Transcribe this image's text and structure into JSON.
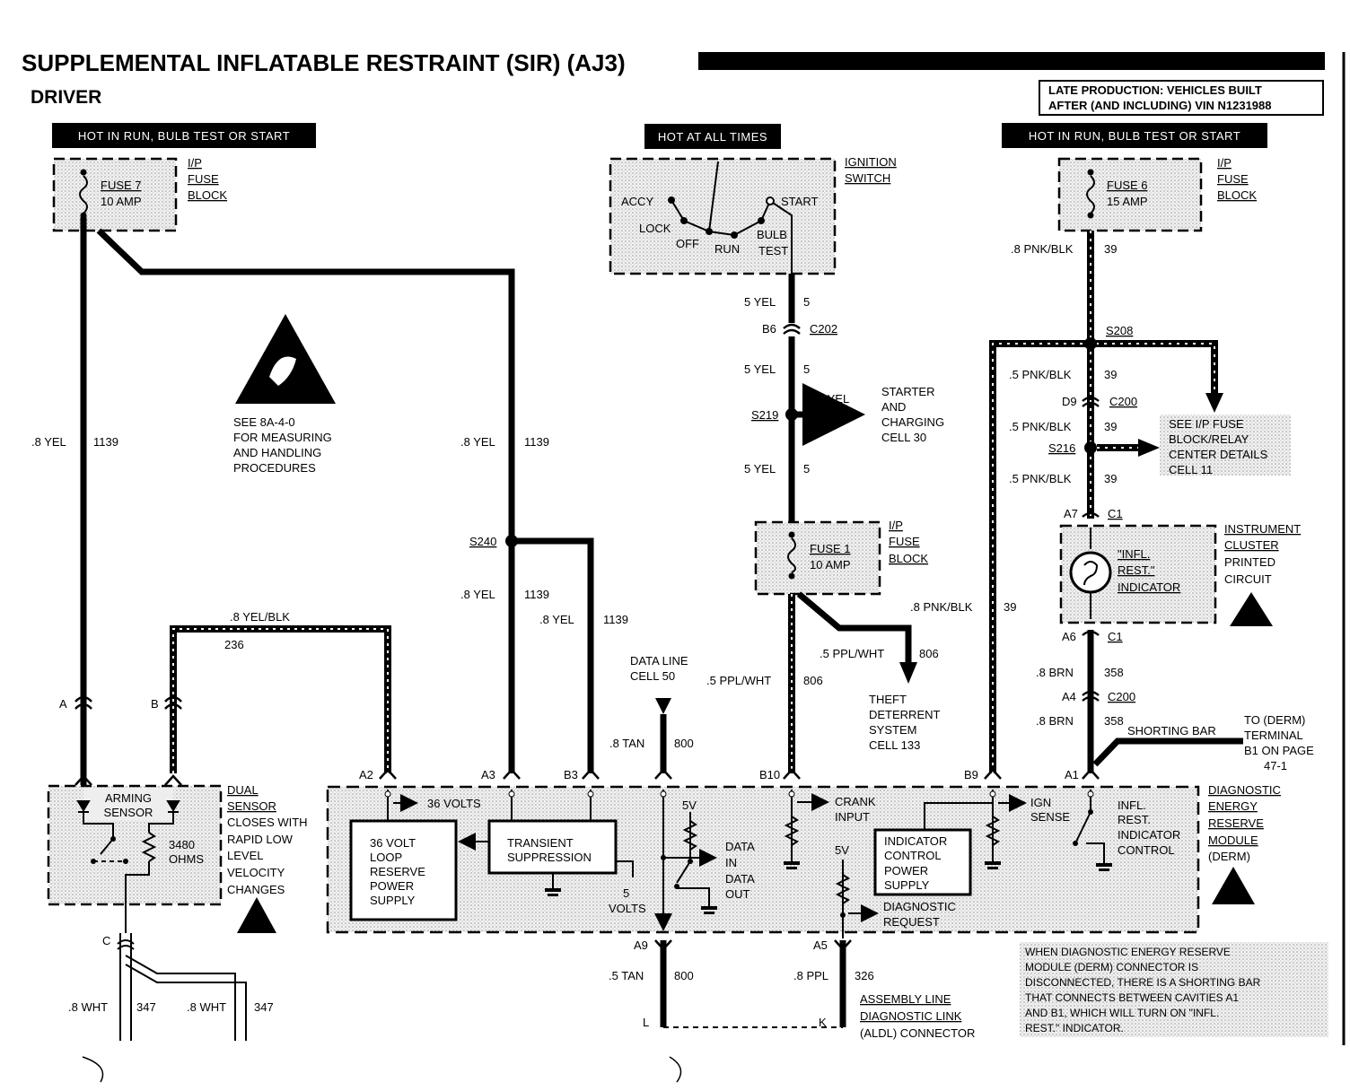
{
  "title": "SUPPLEMENTAL INFLATABLE RESTRAINT (SIR) (AJ3)",
  "subtitle": "DRIVER",
  "late_production": [
    "LATE PRODUCTION: VEHICLES BUILT",
    "AFTER (AND INCLUDING) VIN N1231988"
  ],
  "headers": {
    "left": "HOT IN RUN, BULB TEST OR START",
    "middle": "HOT AT ALL TIMES",
    "right": "HOT IN RUN, BULB TEST OR START"
  },
  "fuse7": {
    "name": "FUSE 7",
    "rating": "10 AMP"
  },
  "fuse6": {
    "name": "FUSE 6",
    "rating": "15 AMP"
  },
  "fuse1": {
    "name": "FUSE 1",
    "rating": "10 AMP"
  },
  "ip_fuse_block": [
    "I/P",
    "FUSE",
    "BLOCK"
  ],
  "ignition": {
    "label": [
      "IGNITION",
      "SWITCH"
    ],
    "positions": {
      "accy": "ACCY",
      "lock": "LOCK",
      "off": "OFF",
      "run": "RUN",
      "bulb": "BULB",
      "test": "TEST",
      "start": "START"
    }
  },
  "esd": {
    "note": [
      "SEE 8A-4-0",
      "FOR MEASURING",
      "AND HANDLING",
      "PROCEDURES"
    ]
  },
  "wires": {
    "w1139_gauge": ".8 YEL",
    "w1139_num": "1139",
    "w5_gauge": "5 YEL",
    "w5_num": "5",
    "w39_gauge_top": ".8 PNK/BLK",
    "w39_gauge": ".5 PNK/BLK",
    "w39_num": "39",
    "w236_gauge": ".8 YEL/BLK",
    "w236_num": "236",
    "w806_gauge": ".5 PPL/WHT",
    "w806_num": "806",
    "w800_gauge_top": ".8 TAN",
    "w800_gauge_bot": ".5 TAN",
    "w800_num": "800",
    "w358_gauge": ".8 BRN",
    "w358_num": "358",
    "w326_gauge": ".8 PPL",
    "w326_num": "326",
    "w347_gauge": ".8 WHT",
    "w347_num": "347",
    "w39_derm_gauge": ".8 PNK/BLK",
    "w39_derm_num": "39"
  },
  "splices": {
    "s240": "S240",
    "s219": "S219",
    "s208": "S208",
    "s216": "S216"
  },
  "connectors": {
    "b6": "B6",
    "c202": "C202",
    "d9": "D9",
    "c200": "C200",
    "a7": "A7",
    "c1": "C1",
    "a6": "A6",
    "a4": "A4",
    "a": "A",
    "b": "B",
    "c": "C",
    "a2": "A2",
    "a3": "A3",
    "b3": "B3",
    "b10": "B10",
    "b9": "B9",
    "a1": "A1",
    "a9": "A9",
    "a5": "A5",
    "l": "L",
    "k": "K"
  },
  "starter": [
    "STARTER",
    "AND",
    "CHARGING",
    "CELL 30"
  ],
  "see_ip": [
    "SEE I/P FUSE",
    "BLOCK/RELAY",
    "CENTER DETAILS",
    "CELL 11"
  ],
  "instrument": [
    "INSTRUMENT",
    "CLUSTER",
    "PRINTED",
    "CIRCUIT"
  ],
  "indicator": [
    "\"INFL.",
    "REST.\"",
    "INDICATOR"
  ],
  "theft": [
    "THEFT",
    "DETERRENT",
    "SYSTEM",
    "CELL 133"
  ],
  "data_line": [
    "DATA LINE",
    "CELL 50"
  ],
  "shorting_bar": "SHORTING BAR",
  "to_derm": [
    "TO (DERM)",
    "TERMINAL",
    "B1 ON PAGE",
    "47-1"
  ],
  "derm": {
    "label": [
      "DIAGNOSTIC",
      "ENERGY",
      "RESERVE",
      "MODULE",
      "(DERM)"
    ],
    "volts36": "36 VOLTS",
    "loop_reserve": [
      "36 VOLT",
      "LOOP",
      "RESERVE",
      "POWER",
      "SUPPLY"
    ],
    "transient": [
      "TRANSIENT",
      "SUPPRESSION"
    ],
    "five_volts": [
      "5",
      "VOLTS"
    ],
    "v5": "5V",
    "data_in": [
      "DATA",
      "IN"
    ],
    "data_out": [
      "DATA",
      "OUT"
    ],
    "crank": [
      "CRANK",
      "INPUT"
    ],
    "indicator_power": [
      "INDICATOR",
      "CONTROL",
      "POWER",
      "SUPPLY"
    ],
    "diag_request": [
      "DIAGNOSTIC",
      "REQUEST"
    ],
    "ign_sense": [
      "IGN",
      "SENSE"
    ],
    "infl_control": [
      "INFL.",
      "REST.",
      "INDICATOR",
      "CONTROL"
    ]
  },
  "sensor": {
    "name": [
      "ARMING",
      "SENSOR"
    ],
    "ohms": [
      "3480",
      "OHMS"
    ],
    "label": [
      "DUAL",
      "SENSOR",
      "CLOSES WITH",
      "RAPID LOW",
      "LEVEL",
      "VELOCITY",
      "CHANGES"
    ]
  },
  "aldl": [
    "ASSEMBLY LINE",
    "DIAGNOSTIC LINK",
    "(ALDL) CONNECTOR"
  ],
  "note": [
    "WHEN DIAGNOSTIC ENERGY RESERVE",
    "MODULE (DERM) CONNECTOR IS",
    "DISCONNECTED, THERE IS A SHORTING BAR",
    "THAT CONNECTS BETWEEN CAVITIES A1",
    "AND B1, WHICH WILL TURN ON \"INFL.",
    "REST.\" INDICATOR."
  ]
}
